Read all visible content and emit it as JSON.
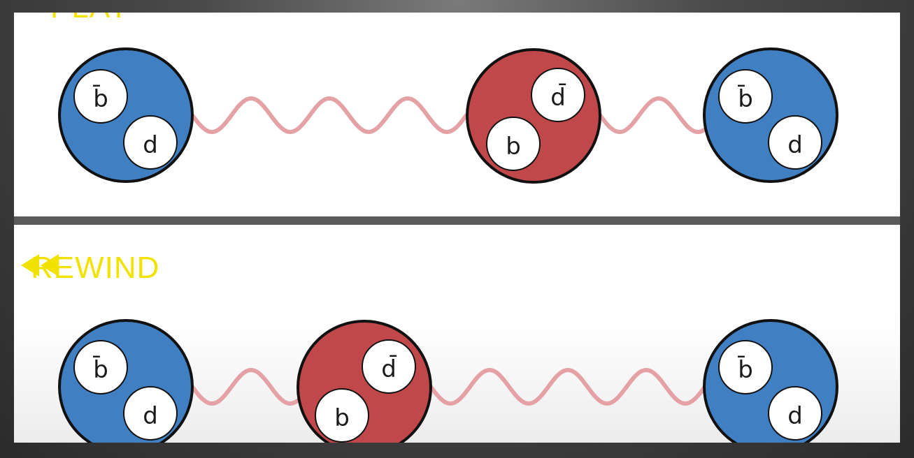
{
  "panels": {
    "top": {
      "label_text": "PLAY",
      "mesons": [
        {
          "type": "B0",
          "quarks": [
            "b̄",
            "d"
          ]
        },
        {
          "type": "B0bar",
          "quarks": [
            "d̄",
            "b"
          ]
        },
        {
          "type": "B0",
          "quarks": [
            "b̄",
            "d"
          ]
        }
      ]
    },
    "bottom": {
      "label_text": "REWIND",
      "label_icon": "rewind-icon",
      "mesons": [
        {
          "type": "B0",
          "quarks": [
            "b̄",
            "d"
          ]
        },
        {
          "type": "B0bar",
          "quarks": [
            "d̄",
            "b"
          ]
        },
        {
          "type": "B0",
          "quarks": [
            "b̄",
            "d"
          ]
        }
      ]
    }
  },
  "colors": {
    "blue_meson": "#3f7fc2",
    "red_meson": "#c0484a",
    "wave": "#e4a2a6",
    "label": "#f2e200",
    "quark_fill": "#ffffff"
  }
}
